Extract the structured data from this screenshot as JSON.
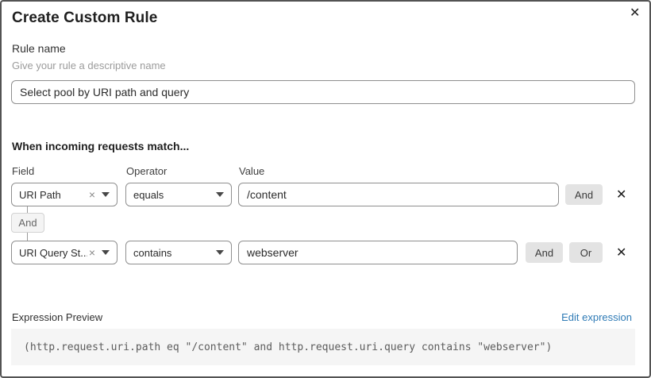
{
  "dialog": {
    "title": "Create Custom Rule",
    "close_icon": "✕"
  },
  "rule_name": {
    "label": "Rule name",
    "helper": "Give your rule a descriptive name",
    "value": "Select pool by URI path and query"
  },
  "match": {
    "heading": "When incoming requests match...",
    "columns": {
      "field": "Field",
      "operator": "Operator",
      "value": "Value"
    },
    "connector": "And",
    "rows": [
      {
        "field": "URI Path",
        "operator": "equals",
        "value": "/content",
        "and_label": "And",
        "clear_icon": "×",
        "remove_icon": "✕"
      },
      {
        "field": "URI Query St...",
        "operator": "contains",
        "value": "webserver",
        "and_label": "And",
        "or_label": "Or",
        "clear_icon": "×",
        "remove_icon": "✕"
      }
    ]
  },
  "expression": {
    "label": "Expression Preview",
    "edit_link": "Edit expression",
    "code": "(http.request.uri.path eq \"/content\" and http.request.uri.query contains \"webserver\")"
  },
  "colors": {
    "link_blue": "#2f7bb6",
    "button_gray": "#e3e3e3",
    "code_background": "#f5f5f5",
    "input_border": "#8f8f8f",
    "dialog_border": "#535353"
  }
}
